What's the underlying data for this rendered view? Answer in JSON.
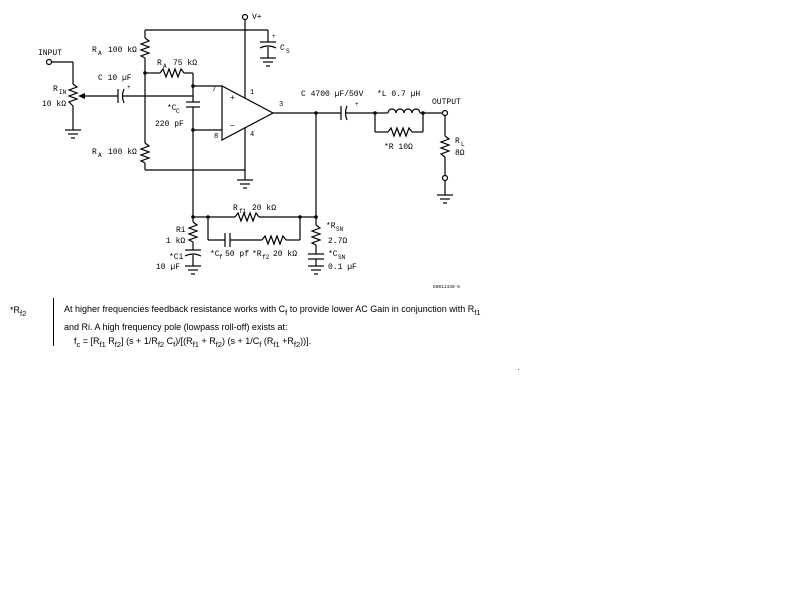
{
  "schematic": {
    "input_label": "INPUT",
    "output_label": "OUTPUT",
    "vplus_label": "V+",
    "cs_label": "C",
    "cs_sub": "S",
    "ra_top_label": "R",
    "ra_top_sub": "A",
    "ra_top_value": "100 kΩ",
    "ra2_label": "R",
    "ra2_sub": "A",
    "ra2_value": "75 kΩ",
    "ra_bot_label": "R",
    "ra_bot_sub": "A",
    "ra_bot_value": "100 kΩ",
    "rin_label": "R",
    "rin_sub": "IN",
    "rin_value": "10 kΩ",
    "cin_label": "C 10 µF",
    "cc_label": "*C",
    "cc_sub": "C",
    "cc_value": "220 pF",
    "pin7": "7",
    "pin8": "8",
    "pin1": "1",
    "pin4": "4",
    "pin3": "3",
    "plus_sign": "+",
    "minus_sign": "−",
    "cout_label": "C 4700 µF/50V",
    "l_label": "*L 0.7 µH",
    "r_label": "*R 10Ω",
    "rl_label": "R",
    "rl_sub": "L",
    "rl_value": "8Ω",
    "rf1_label": "R",
    "rf1_sub": "f1",
    "rf1_value": "20 kΩ",
    "ri_label": "Ri",
    "ri_value": "1 kΩ",
    "ci_label": "*Ci",
    "ci_value": "10 µF",
    "cf_label": "*C",
    "cf_sub": "f",
    "cf_value": "50 pf",
    "rf2_label": "*R",
    "rf2_sub": "f2",
    "rf2_value": "20 kΩ",
    "rsn_label": "*R",
    "rsn_sub": "SN",
    "rsn_value": "2.7Ω",
    "csn_label": "*C",
    "csn_sub": "SN",
    "csn_value": "0.1 µF",
    "fig_code": "DS011449-5"
  },
  "note": {
    "marker": "*R",
    "marker_sub": "f2",
    "line1": "At higher frequencies feedback resistance works with C",
    "line1_sub1": "f",
    "line1_mid": " to provide lower AC Gain in conjunction with R",
    "line1_sub2": "f1",
    "line2": "and Ri. A high frequency pole (lowpass roll-off) exists at:",
    "formula_start": "f",
    "formula_sub_c": "c",
    "formula_eq": " = [R",
    "f_s1": "f1",
    "f_t1": " R",
    "f_s2": "f2",
    "f_t2": "] (s + 1/R",
    "f_s3": "f2",
    "f_t3": " C",
    "f_s4": "f",
    "f_t4": ")/[(R",
    "f_s5": "f1",
    "f_t5": " + R",
    "f_s6": "f2",
    "f_t6": ") (s + 1/C",
    "f_s7": "f",
    "f_t7": " (R",
    "f_s8": "f1",
    "f_t8": " +R",
    "f_s9": "f2",
    "f_t9": "))]."
  }
}
